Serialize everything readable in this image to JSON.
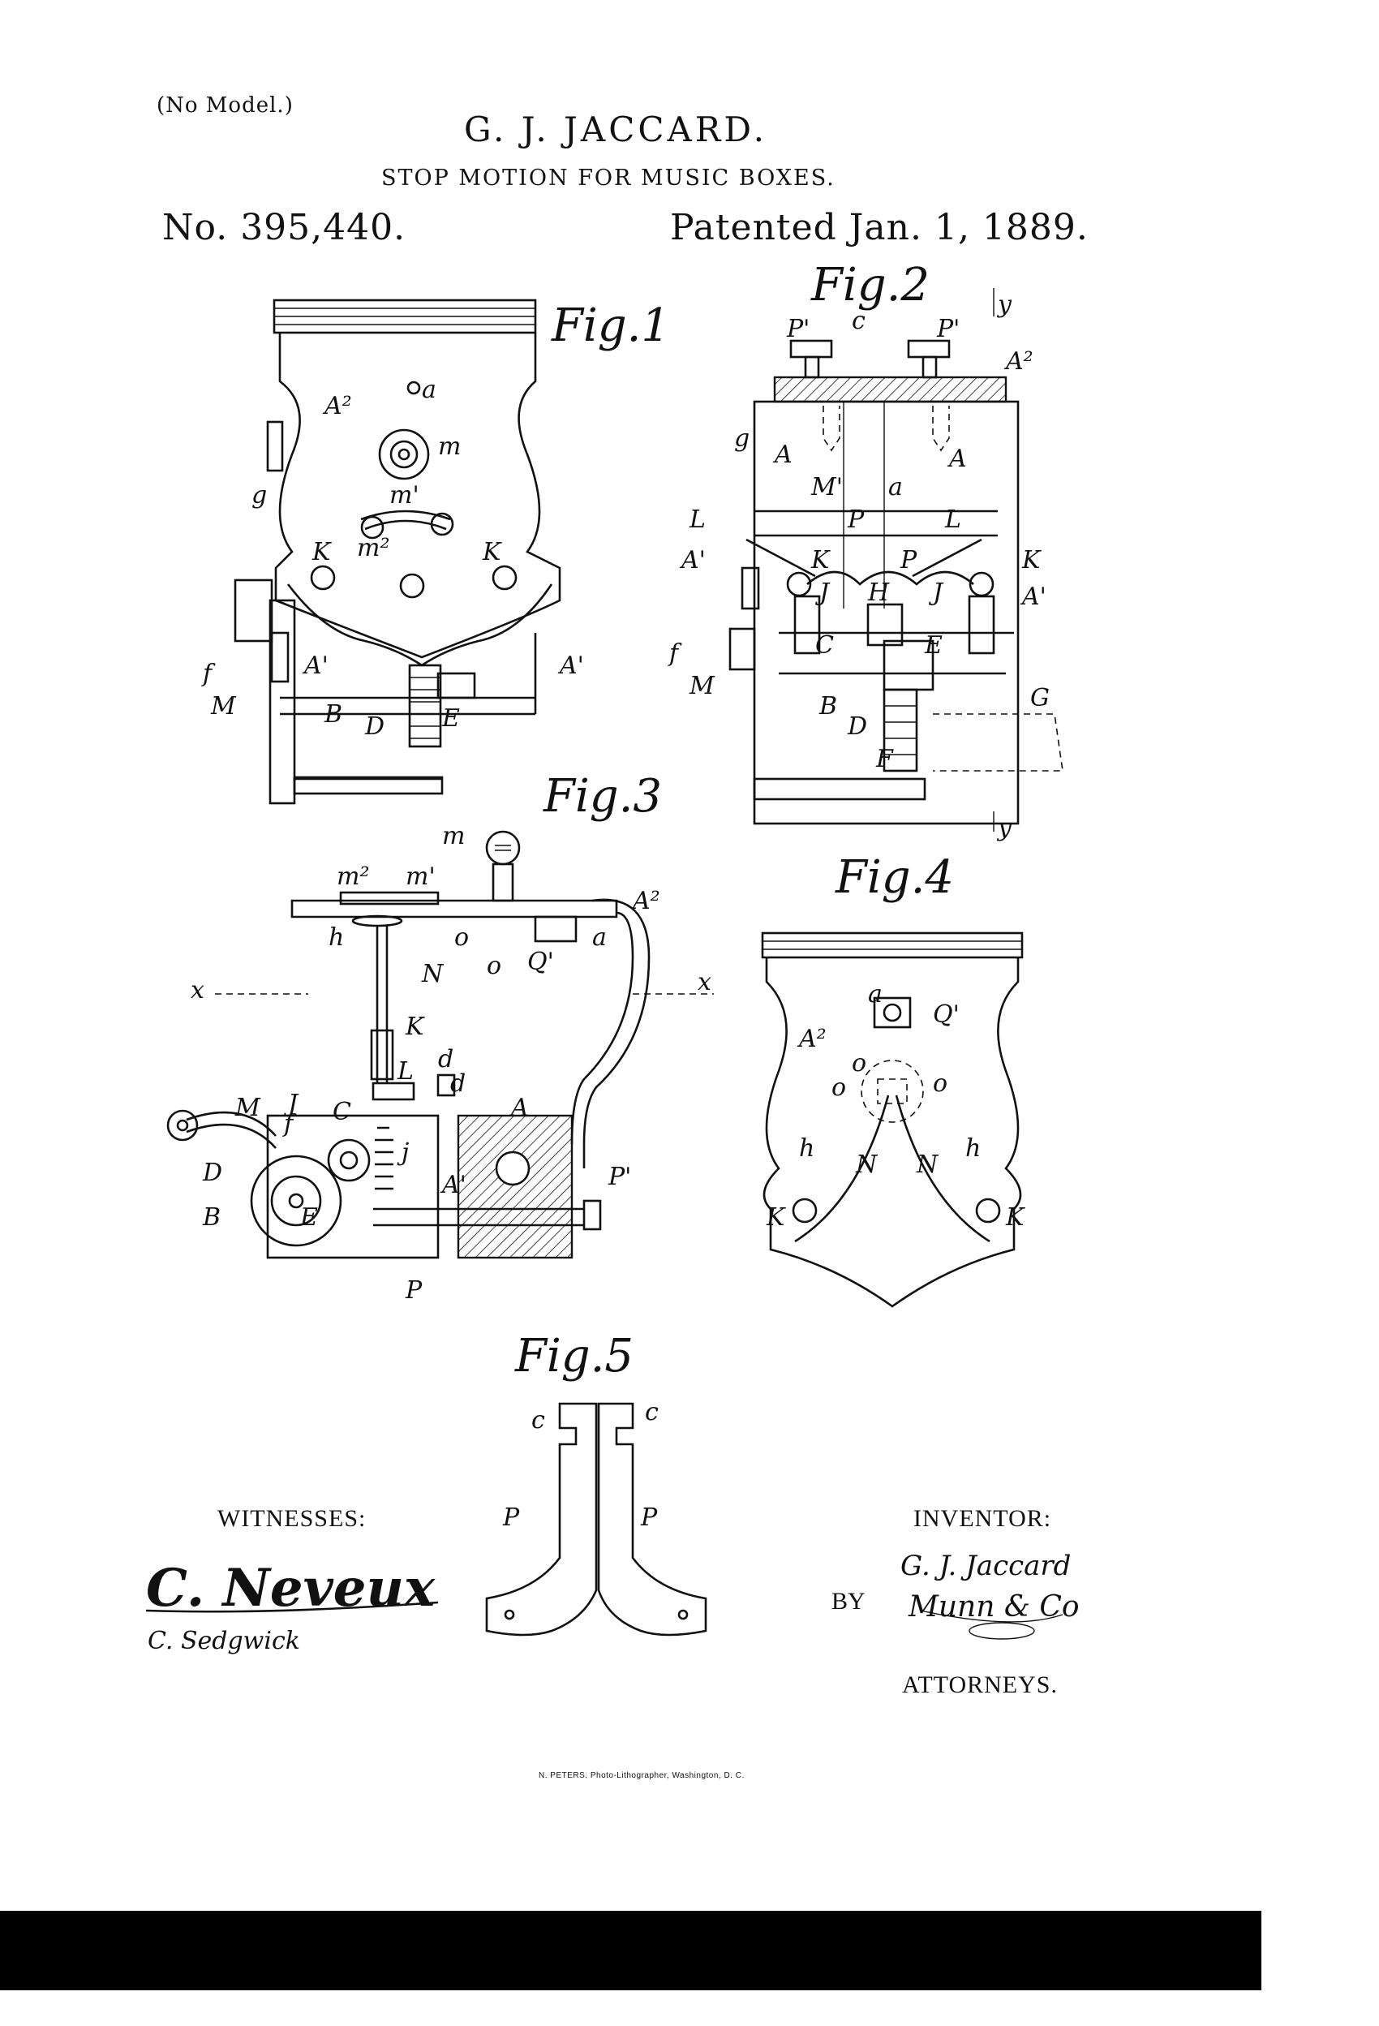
{
  "header": {
    "model_note": "(No Model.)",
    "inventor": "G. J. JACCARD.",
    "title": "STOP MOTION FOR MUSIC BOXES.",
    "patent_number": "No. 395,440.",
    "patent_date": "Patented Jan. 1, 1889."
  },
  "figures": {
    "fig1": "Fig.1",
    "fig2": "Fig.2",
    "fig3": "Fig.3",
    "fig4": "Fig.4",
    "fig5": "Fig.5"
  },
  "labels": {
    "A": "A",
    "A1": "A'",
    "A2": "A²",
    "B": "B",
    "C": "C",
    "D": "D",
    "E": "E",
    "F": "F",
    "G": "G",
    "H": "H",
    "J": "J",
    "K": "K",
    "L": "L",
    "M": "M",
    "M1": "M'",
    "N": "N",
    "P": "P",
    "P1": "P'",
    "Q1": "Q'",
    "a": "a",
    "c": "c",
    "d": "d",
    "f": "f",
    "g": "g",
    "h": "h",
    "j": "j",
    "m": "m",
    "m1": "m'",
    "m2": "m²",
    "o": "o",
    "x": "x",
    "y": "y"
  },
  "signatures": {
    "witnesses_heading": "WITNESSES:",
    "witness_1": "C. Neveux",
    "witness_2": "C. Sedgwick",
    "inventor_heading": "INVENTOR:",
    "inventor_signature": "G. J. Jaccard",
    "by_label": "BY",
    "attorney_signature": "Munn & Co",
    "attorneys_heading": "ATTORNEYS."
  },
  "footer": {
    "lithographer": "N. PETERS. Photo-Lithographer, Washington, D. C."
  }
}
